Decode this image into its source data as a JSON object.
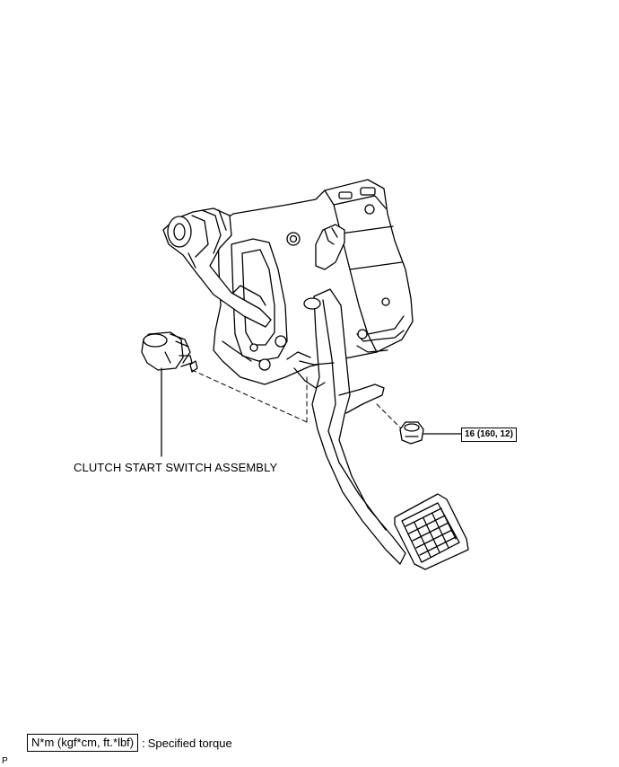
{
  "labels": {
    "switch": "CLUTCH START SWITCH ASSEMBLY",
    "torque": "16 (160, 12)"
  },
  "legend": {
    "unit": "N*m (kgf*cm, ft.*lbf)",
    "separator": ":",
    "text": "Specified torque"
  },
  "corner_mark": "P"
}
